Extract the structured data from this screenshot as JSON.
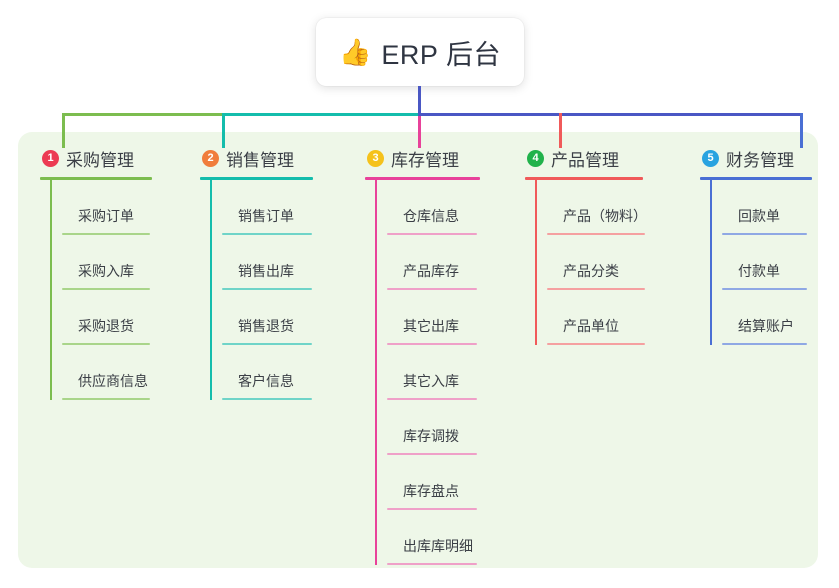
{
  "diagram": {
    "root": {
      "icon": "thumbs-up-icon",
      "emoji": "👍",
      "title": "ERP 后台"
    },
    "colors": {
      "panel_background": "#eef7e8",
      "page_background": "#ffffff",
      "root_stem": "#4a57c4",
      "text": "#3b3f46"
    },
    "branches": [
      {
        "number": "1",
        "title": "采购管理",
        "badge_color": "#ec3b53",
        "line_color": "#7cbd4f",
        "leaf_line_color": "#a9d58a",
        "items": [
          "采购订单",
          "采购入库",
          "采购退货",
          "供应商信息"
        ]
      },
      {
        "number": "2",
        "title": "销售管理",
        "badge_color": "#f07d3c",
        "line_color": "#14bdac",
        "leaf_line_color": "#6fd4c8",
        "items": [
          "销售订单",
          "销售出库",
          "销售退货",
          "客户信息"
        ]
      },
      {
        "number": "3",
        "title": "库存管理",
        "badge_color": "#f5c21b",
        "line_color": "#e8429a",
        "leaf_line_color": "#efa0c8",
        "items": [
          "仓库信息",
          "产品库存",
          "其它出库",
          "其它入库",
          "库存调拨",
          "库存盘点",
          "出库库明细"
        ]
      },
      {
        "number": "4",
        "title": "产品管理",
        "badge_color": "#21b24b",
        "line_color": "#f05a5a",
        "leaf_line_color": "#f5a0a0",
        "items": [
          "产品（物料）",
          "产品分类",
          "产品单位"
        ]
      },
      {
        "number": "5",
        "title": "财务管理",
        "badge_color": "#29a3e0",
        "line_color": "#4a6fd4",
        "leaf_line_color": "#8fa8e4",
        "items": [
          "回款单",
          "付款单",
          "结算账户"
        ]
      }
    ],
    "connector": {
      "segments": [
        {
          "name": "segment-green",
          "color": "#7cbd4f"
        },
        {
          "name": "segment-teal",
          "color": "#14bdac"
        },
        {
          "name": "segment-blue",
          "color": "#4a57c4"
        }
      ],
      "drops": [
        {
          "name": "drop-purchasing",
          "color": "#7cbd4f"
        },
        {
          "name": "drop-sales",
          "color": "#14bdac"
        },
        {
          "name": "drop-inventory",
          "color": "#e8429a"
        },
        {
          "name": "drop-product",
          "color": "#f05a5a"
        },
        {
          "name": "drop-finance",
          "color": "#4a6fd4"
        }
      ]
    }
  }
}
